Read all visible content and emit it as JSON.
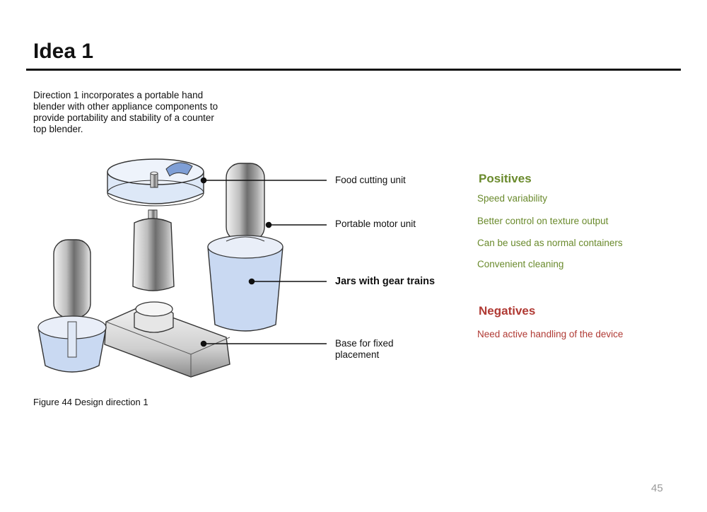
{
  "page": {
    "title": "Idea 1",
    "intro": "Direction 1 incorporates a portable hand blender with other appliance components to provide portability and stability of a counter top blender.",
    "caption": "Figure 44 Design direction 1",
    "page_number": "45"
  },
  "callouts": [
    "Food cutting unit",
    "Portable motor unit",
    "Jars with gear trains",
    "Base for fixed placement"
  ],
  "positives": {
    "heading": "Positives",
    "items": [
      "Speed variability",
      "Better control on texture output",
      "Can be used as normal containers",
      "Convenient cleaning"
    ]
  },
  "negatives": {
    "heading": "Negatives",
    "items": [
      "Need active handling of the device"
    ]
  },
  "colors": {
    "positive": "#6a8a2c",
    "negative": "#b03a34",
    "jar_tint": "#c9d9f2"
  }
}
